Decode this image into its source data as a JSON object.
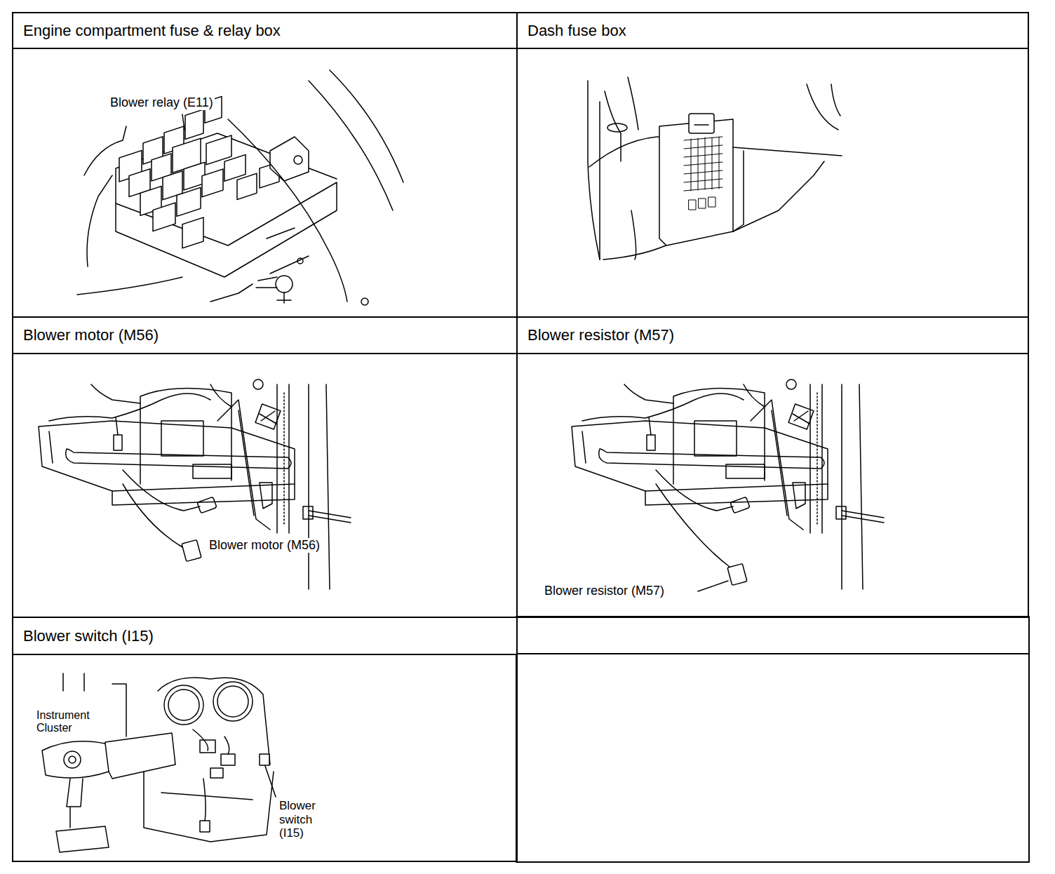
{
  "diagram": {
    "nodes": [
      {
        "text": [
          "Engine compartment fuse & relay box"
        ]
      },
      {
        "text": [
          "Dash fuse box"
        ]
      },
      {
        "text": [
          "Blower motor (M56)"
        ]
      },
      {
        "text": [
          "Blower resistor (M57)"
        ]
      },
      {
        "text": [
          "Blower switch (I15)"
        ]
      }
    ],
    "labels": [
      "Blower relay (E11)",
      "Blower motor (M56)",
      "Blower resistor (M57)",
      "Instrument Cluster",
      "Blower switch (I15)"
    ]
  }
}
